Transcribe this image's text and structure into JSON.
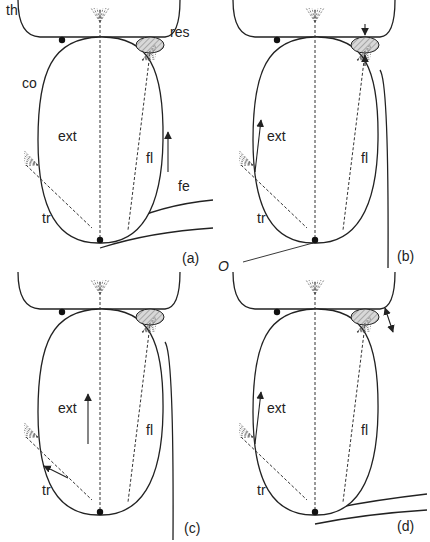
{
  "diagram": {
    "labels": [
      "th",
      "res",
      "co",
      "ext",
      "fl",
      "tr",
      "fe",
      "(a)",
      "ext",
      "fl",
      "tr",
      "O",
      "(b)",
      "ext",
      "fl",
      "tr",
      "(c)",
      "ext",
      "fl",
      "tr",
      "(d)"
    ]
  }
}
